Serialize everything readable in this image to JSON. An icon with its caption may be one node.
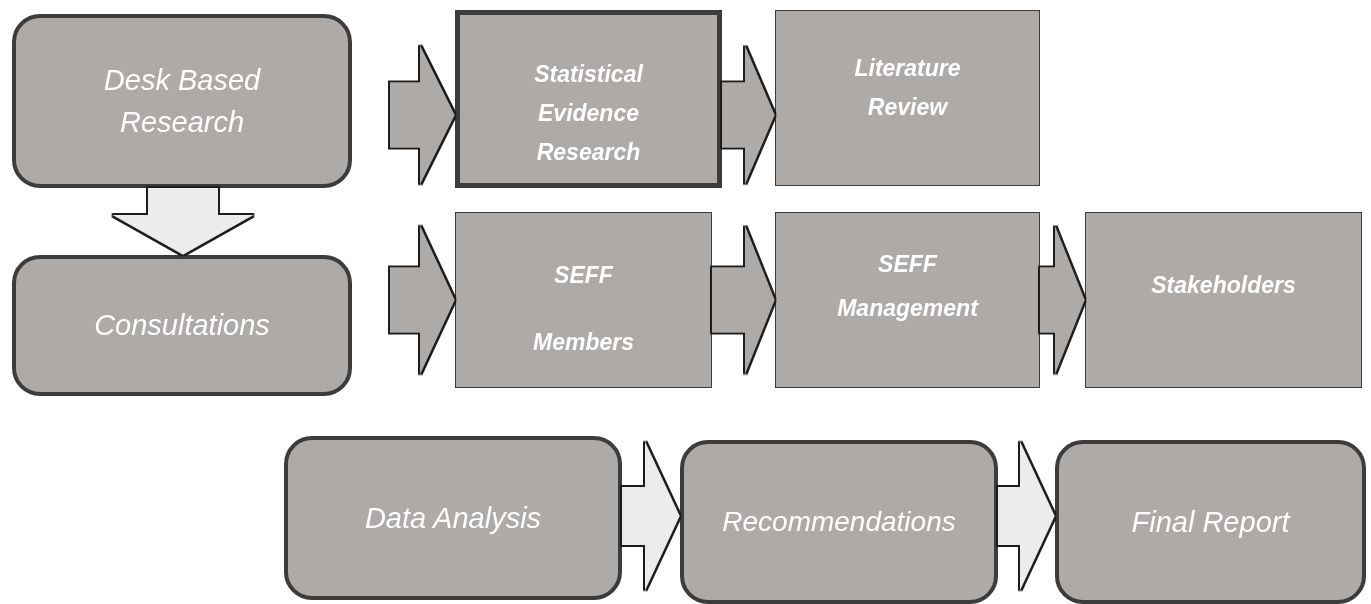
{
  "diagram": {
    "nodes": [
      {
        "text": [
          "Desk Based Research"
        ]
      },
      {
        "text": [
          "Consultations"
        ]
      },
      {
        "text": [
          "Statistical Evidence Research"
        ]
      },
      {
        "text": [
          "Literature Review"
        ]
      },
      {
        "text": [
          "SEFF Members"
        ]
      },
      {
        "text": [
          "SEFF Management"
        ]
      },
      {
        "text": [
          "Stakeholders"
        ]
      },
      {
        "text": [
          "Data Analysis"
        ]
      },
      {
        "text": [
          "Recommendations"
        ]
      },
      {
        "text": [
          "Final Report"
        ]
      }
    ],
    "edges": [
      {
        "from": 0,
        "to": 1,
        "arrow": "to"
      },
      {
        "from": null,
        "to": 2,
        "arrow": "to"
      },
      {
        "from": 2,
        "to": 3,
        "arrow": "to"
      },
      {
        "from": null,
        "to": 4,
        "arrow": "to"
      },
      {
        "from": 4,
        "to": 5,
        "arrow": "to"
      },
      {
        "from": 5,
        "to": 6,
        "arrow": "to"
      },
      {
        "from": 7,
        "to": 8,
        "arrow": "to"
      },
      {
        "from": 8,
        "to": 9,
        "arrow": "to"
      }
    ]
  }
}
